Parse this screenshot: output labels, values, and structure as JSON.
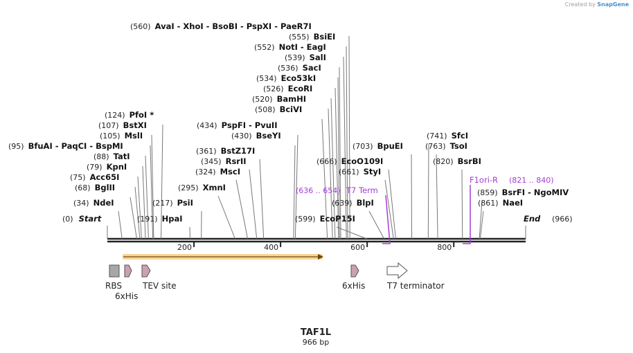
{
  "credit": {
    "prefix": "Created by",
    "brand": "SnapGene"
  },
  "map": {
    "name": "TAF1L",
    "length_label": "966 bp",
    "total_bp": 966,
    "ticks": [
      200,
      400,
      600,
      800
    ]
  },
  "sites": [
    {
      "pos": 560,
      "text": "AvaI  - XhoI  - BsoBI  - PspXI  - PaeR7I"
    },
    {
      "pos": 555,
      "text": "BsiEI"
    },
    {
      "pos": 552,
      "text": "NotI  - EagI"
    },
    {
      "pos": 539,
      "text": "SalI"
    },
    {
      "pos": 536,
      "text": "SacI"
    },
    {
      "pos": 534,
      "text": "Eco53kI"
    },
    {
      "pos": 526,
      "text": "EcoRI"
    },
    {
      "pos": 520,
      "text": "BamHI"
    },
    {
      "pos": 508,
      "text": "BciVI"
    },
    {
      "pos": 124,
      "text": "PfoI *"
    },
    {
      "pos": 107,
      "text": "BstXI"
    },
    {
      "pos": 105,
      "text": "MslI"
    },
    {
      "pos": 95,
      "text": "BfuAI  - PaqCI  - BspMI"
    },
    {
      "pos": 88,
      "text": "TatI"
    },
    {
      "pos": 79,
      "text": "KpnI"
    },
    {
      "pos": 75,
      "text": "Acc65I"
    },
    {
      "pos": 68,
      "text": "BglII"
    },
    {
      "pos": 34,
      "text": "NdeI"
    },
    {
      "pos": 0,
      "text": "Start"
    },
    {
      "pos": 217,
      "text": "PsiI"
    },
    {
      "pos": 191,
      "text": "HpaI"
    },
    {
      "pos": 434,
      "text": "PspFI  - PvuII"
    },
    {
      "pos": 430,
      "text": "BseYI"
    },
    {
      "pos": 361,
      "text": "BstZ17I"
    },
    {
      "pos": 345,
      "text": "RsrII"
    },
    {
      "pos": 324,
      "text": "MscI"
    },
    {
      "pos": 295,
      "text": "XmnI"
    },
    {
      "pos": 666,
      "text": "EcoO109I"
    },
    {
      "pos": 661,
      "text": "StyI"
    },
    {
      "pos": 639,
      "text": "BlpI"
    },
    {
      "pos": 599,
      "text": "EcoP15I"
    },
    {
      "pos": 703,
      "text": "BpuEI"
    },
    {
      "pos": 741,
      "text": "SfcI"
    },
    {
      "pos": 763,
      "text": "TsoI"
    },
    {
      "pos": 820,
      "text": "BsrBI"
    },
    {
      "pos": 859,
      "text": "BsrFI  - NgoMIV"
    },
    {
      "pos": 861,
      "text": "NaeI"
    },
    {
      "pos": 966,
      "text": "End"
    }
  ],
  "primers": [
    {
      "name": "T7 Term",
      "range": "(636 .. 654)",
      "color": "#a63bd6"
    },
    {
      "name": "F1ori-R",
      "range": "(821 .. 840)",
      "color": "#a63bd6"
    }
  ],
  "features": [
    {
      "name": "RBS",
      "shape": "box",
      "color": "#a6a7ab"
    },
    {
      "name": "6xHis",
      "shape": "arrow",
      "color": "#c9a0b4"
    },
    {
      "name": "TEV site",
      "shape": "arrow",
      "color": "#c9a0b4"
    },
    {
      "name": "6xHis",
      "shape": "arrow",
      "color": "#c9a0b4"
    },
    {
      "name": "T7 terminator",
      "shape": "arrow",
      "color": "#ffffff"
    }
  ],
  "orf": {
    "color": "#f5b041"
  }
}
